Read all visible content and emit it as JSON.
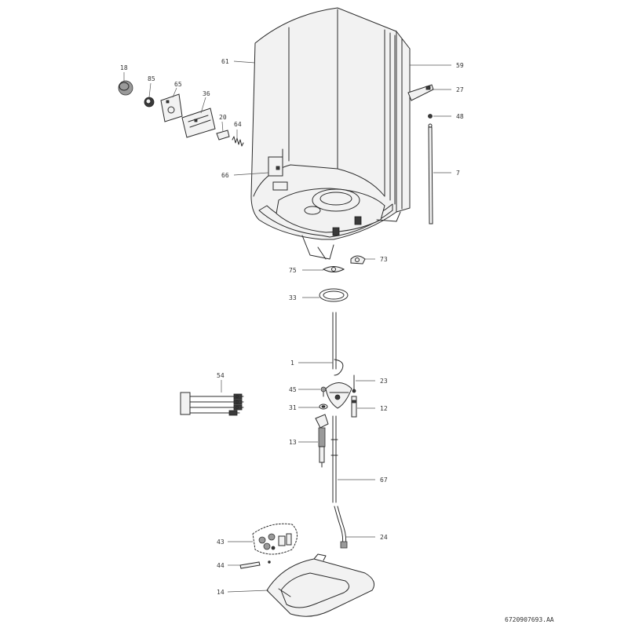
{
  "callouts": {
    "c18": "18",
    "c85": "85",
    "c65": "65",
    "c36": "36",
    "c20": "20",
    "c64": "64",
    "c61": "61",
    "c66": "66",
    "c59": "59",
    "c27": "27",
    "c48": "48",
    "c7": "7",
    "c73": "73",
    "c75": "75",
    "c33": "33",
    "c1": "1",
    "c23": "23",
    "c45": "45",
    "c31": "31",
    "c12": "12",
    "c54": "54",
    "c13": "13",
    "c67": "67",
    "c24": "24",
    "c43": "43",
    "c44": "44",
    "c14": "14"
  },
  "doc_number": "6720907693.AA"
}
